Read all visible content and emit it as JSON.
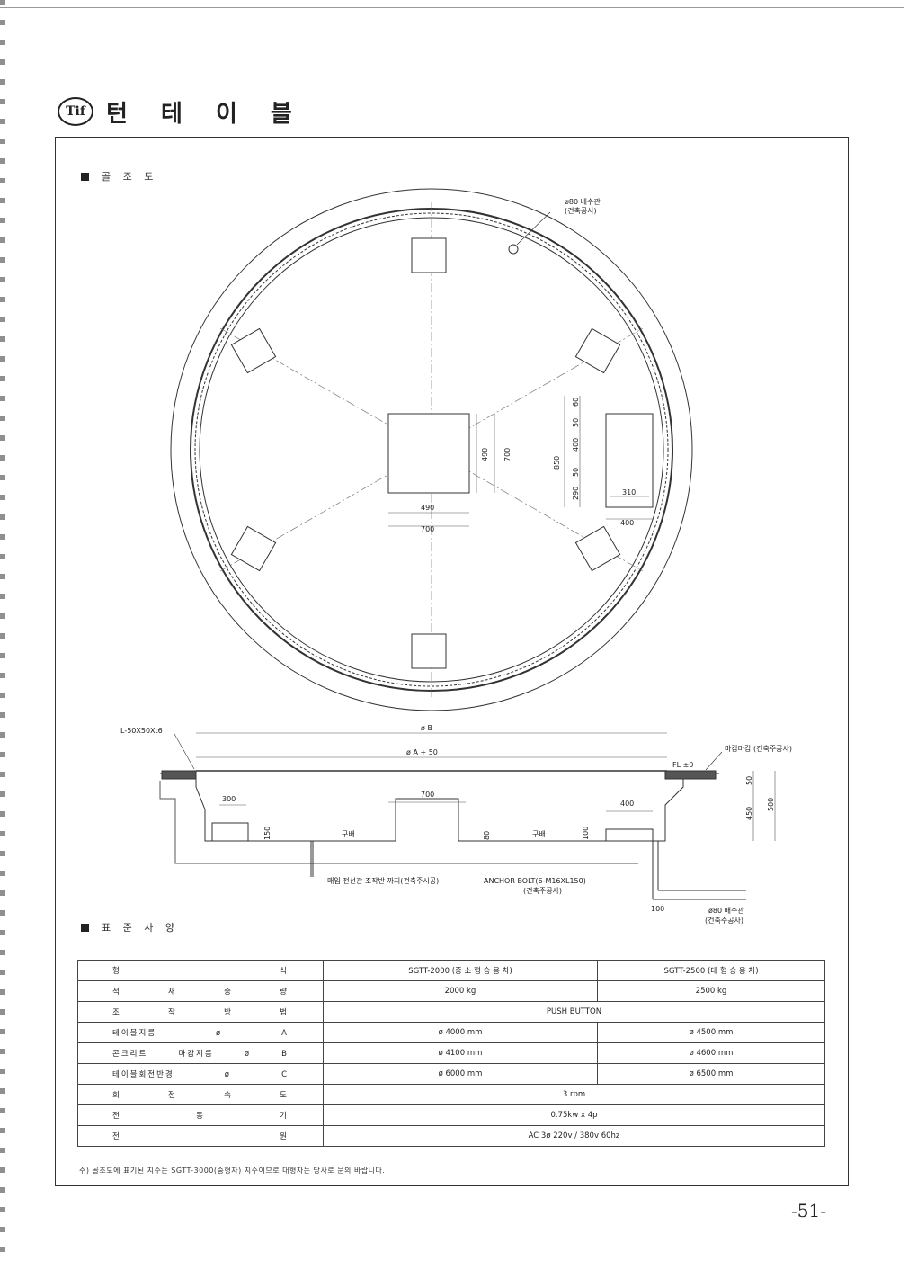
{
  "header": {
    "logo_text": "Tif",
    "title": "턴 테 이 블"
  },
  "sections": {
    "foundation": "골 조 도",
    "specs": "표 준 사 양"
  },
  "plan": {
    "pipe_top": "ø80 배수관",
    "pipe_top_sub": "(건축공사)",
    "center_490_h": "490",
    "center_700_h": "700",
    "center_490_v": "490",
    "center_700_v": "700",
    "right_dims": [
      "60",
      "50",
      "400",
      "50",
      "290"
    ],
    "right_total": "850",
    "right_310": "310",
    "right_400": "400"
  },
  "section_view": {
    "angle": "L-50X50Xt6",
    "dia_b": "ø B",
    "dia_a": "ø A + 50",
    "finish": "마감마감 (건축주공사)",
    "fl": "FL ±0",
    "w300": "300",
    "w700": "700",
    "w400": "400",
    "h150": "150",
    "h80": "80",
    "h100": "100",
    "h50": "50",
    "h450": "450",
    "h500": "500",
    "slope": "구배",
    "conduit": "매입 전선관 조작반 까지(건축주시공)",
    "anchor": "ANCHOR BOLT(6-M16XL150)",
    "anchor_sub": "(건축주공사)",
    "d100": "100",
    "pipe_bottom": "ø80 배수관",
    "pipe_bottom_sub": "(건축주공사)"
  },
  "spec_table": [
    {
      "label": "형 식",
      "v1": "SGTT-2000 (중 소 형 승 용 차)",
      "v2": "SGTT-2500 (대 형 승 용 차)"
    },
    {
      "label": "적 재 중 량",
      "v1": "2000 kg",
      "v2": "2500 kg"
    },
    {
      "label": "조 작 방 법",
      "merged": "PUSH BUTTON"
    },
    {
      "label": "테이블지름 ø A",
      "v1": "ø 4000 mm",
      "v2": "ø 4500 mm"
    },
    {
      "label": "콘크리트 마감지름 ø B",
      "v1": "ø 4100 mm",
      "v2": "ø 4600 mm"
    },
    {
      "label": "테이블회전반경 ø C",
      "v1": "ø 6000 mm",
      "v2": "ø 6500 mm"
    },
    {
      "label": "회 전 속 도",
      "merged": "3 rpm"
    },
    {
      "label": "전 동 기",
      "merged": "0.75kw x 4p"
    },
    {
      "label": "전 원",
      "merged": "AC 3ø 220v / 380v 60hz"
    }
  ],
  "note": "주) 골조도에 표기된 치수는 SGTT-3000(중형차) 치수이므로 대형차는 당사로 문의 바랍니다.",
  "page_number": "-51-"
}
